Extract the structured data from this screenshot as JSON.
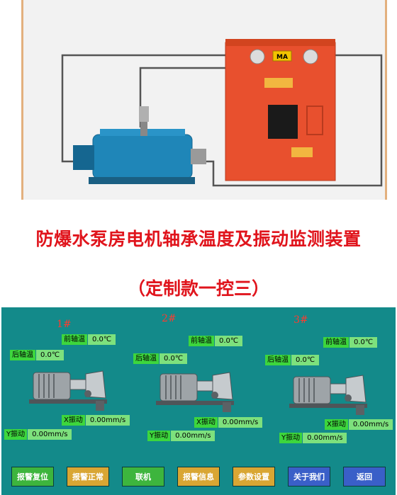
{
  "titles": {
    "line1": "防爆水泵房电机轴承温度及振动监测装置",
    "line2": "（定制款一控三）"
  },
  "plate": {
    "label": "MA"
  },
  "units": [
    {
      "number": "1#",
      "front_label": "前轴温",
      "front_value": "0.0℃",
      "rear_label": "后轴温",
      "rear_value": "0.0℃",
      "x_label": "X振动",
      "x_value": "0.00mm/s",
      "y_label": "Y振动",
      "y_value": "0.00mm/s"
    },
    {
      "number": "2#",
      "front_label": "前轴温",
      "front_value": "0.0℃",
      "rear_label": "后轴温",
      "rear_value": "0.0℃",
      "x_label": "X振动",
      "x_value": "0.00mm/s",
      "y_label": "Y振动",
      "y_value": "0.00mm/s"
    },
    {
      "number": "3#",
      "front_label": "前轴温",
      "front_value": "0.0℃",
      "rear_label": "后轴温",
      "rear_value": "0.0℃",
      "x_label": "X振动",
      "x_value": "0.00mm/s",
      "y_label": "Y振动",
      "y_value": "0.00mm/s"
    }
  ],
  "buttons": [
    {
      "label": "报警复位",
      "color": "green"
    },
    {
      "label": "报警正常",
      "color": "gold"
    },
    {
      "label": "联机",
      "color": "green"
    },
    {
      "label": "报警信息",
      "color": "gold"
    },
    {
      "label": "参数设置",
      "color": "gold"
    },
    {
      "label": "关于我们",
      "color": "blue"
    },
    {
      "label": "返回",
      "color": "blue"
    }
  ]
}
